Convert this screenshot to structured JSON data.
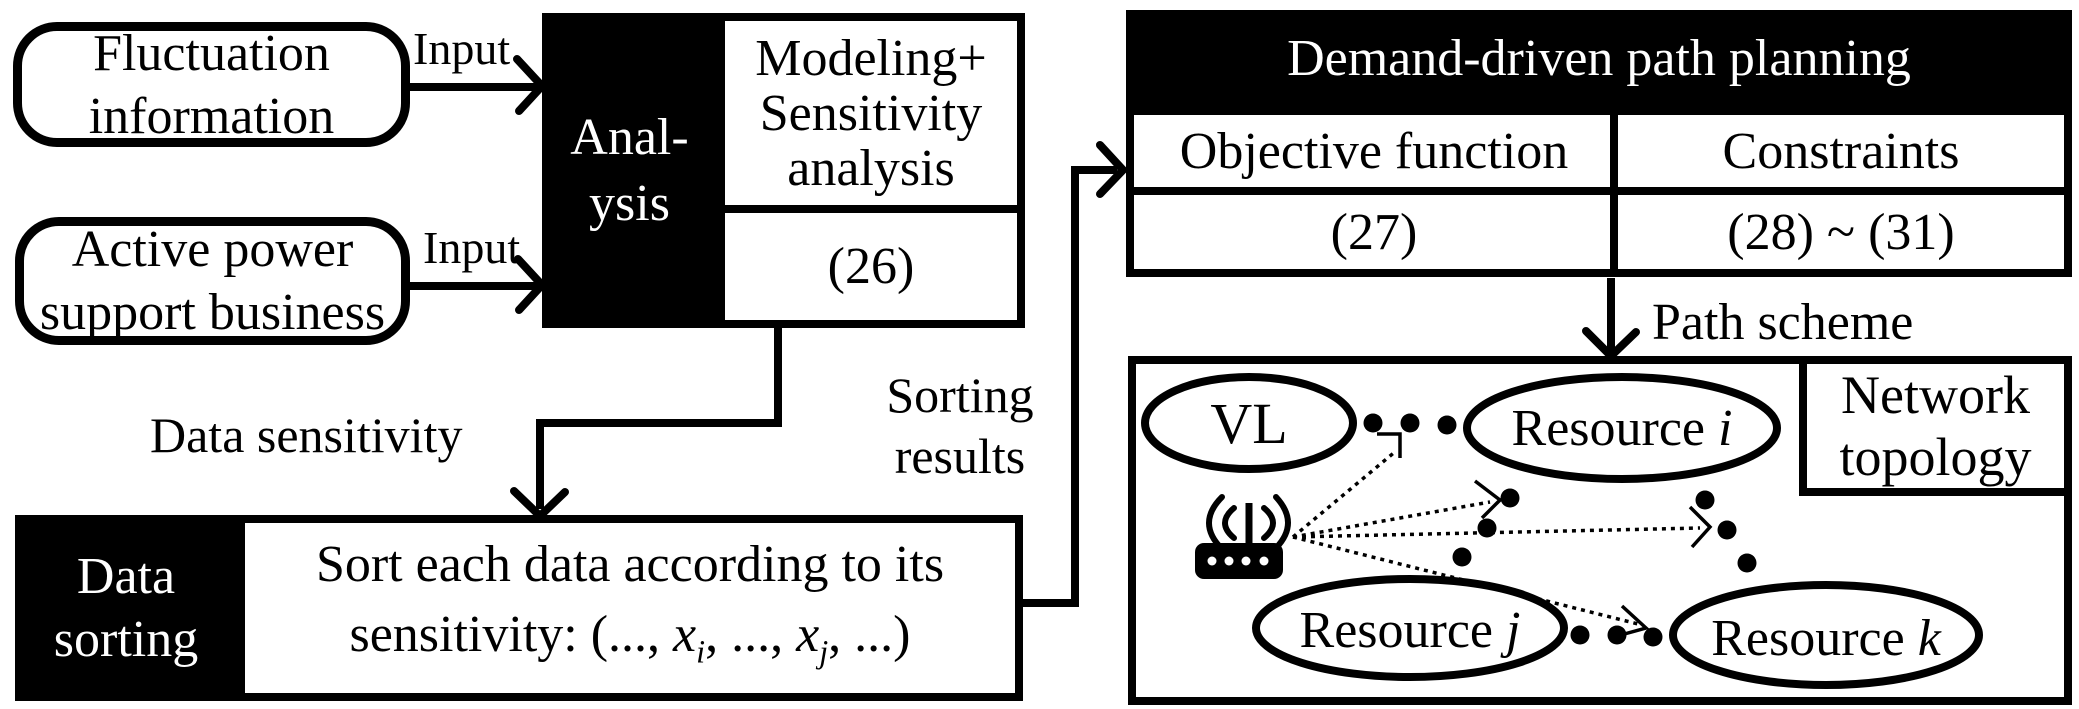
{
  "colors": {
    "ink": "#000000",
    "paper": "#ffffff"
  },
  "sources": {
    "fluctuation": {
      "line1": "Fluctuation",
      "line2": "information"
    },
    "active": {
      "line1": "Active power",
      "line2": "support business"
    }
  },
  "arrows": {
    "input1": "Input",
    "input2": "Input",
    "data_sensitivity": "Data sensitivity",
    "sorting_line1": "Sorting",
    "sorting_line2": "results",
    "path_scheme": "Path scheme"
  },
  "analysis": {
    "title_line1": "Anal-",
    "title_line2": "ysis",
    "method_line1": "Modeling+",
    "method_line2": "Sensitivity",
    "method_line3": "analysis",
    "equation": "(26)"
  },
  "data_sorting": {
    "title_line1": "Data",
    "title_line2": "sorting",
    "body_line1": "Sort each data according to its",
    "body_prefix": "sensitivity: (..., ",
    "x1": "x",
    "sub1": "i",
    "mid": ", ..., ",
    "x2": "x",
    "sub2": "j",
    "suffix": ", ...)"
  },
  "planning": {
    "header": "Demand-driven path planning",
    "objective_label": "Objective function",
    "constraints_label": "Constraints",
    "objective_value": "(27)",
    "constraints_value": "(28) ~ (31)"
  },
  "network": {
    "label_line1": "Network",
    "label_line2": "topology",
    "vl": "VL",
    "resource_prefix": "Resource ",
    "i": "i",
    "j": "j",
    "k": "k"
  }
}
